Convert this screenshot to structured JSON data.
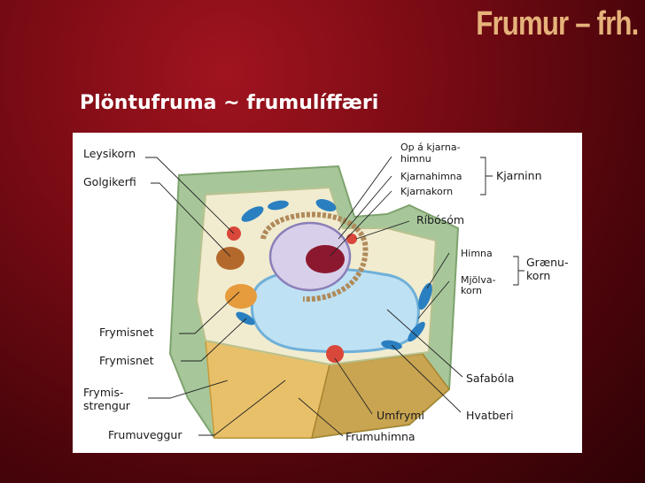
{
  "slide": {
    "title": "Frumur – frh.",
    "subtitle": "Plöntufruma ~ frumulíffæri"
  },
  "labels": {
    "leysikorn": "Leysikorn",
    "golgikerfi": "Golgikerfi",
    "frymisnet1": "Frymisnet",
    "frymisnet2": "Frymisnet",
    "frymisstrengur_1": "Frymis-",
    "frymisstrengur_2": "strengur",
    "frumuveggur": "Frumuveggur",
    "op_1": "Op á kjarna-",
    "op_2": "himnu",
    "kjarnahimna": "Kjarnahimna",
    "kjarnakorn": "Kjarnakorn",
    "kjarninn": "Kjarninn",
    "ribosom": "Ríbósóm",
    "himna": "Himna",
    "mjolva_1": "Mjölva-",
    "mjolva_2": "korn",
    "graenu_1": "Grænu-",
    "graenu_2": "korn",
    "safabola": "Safabóla",
    "umfrymi": "Umfrymi",
    "hvatberi": "Hvatberi",
    "frumuhimna": "Frumuhimna"
  },
  "colors": {
    "background": "#7a0b14",
    "title": "#e6b27a",
    "subtitle": "#ffffff"
  }
}
